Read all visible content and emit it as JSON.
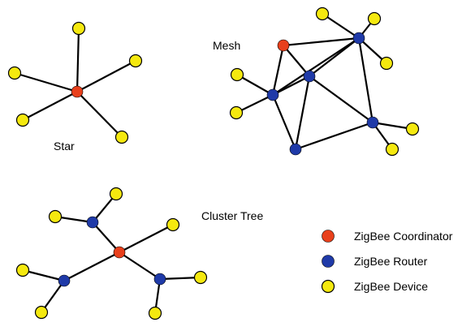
{
  "topologies": {
    "star": {
      "label": "Star"
    },
    "mesh": {
      "label": "Mesh"
    },
    "cluster_tree": {
      "label": "Cluster Tree"
    }
  },
  "legend": {
    "items": [
      {
        "label": "ZigBee Coordinator",
        "role": "coordinator"
      },
      {
        "label": "ZigBee Router",
        "role": "router"
      },
      {
        "label": "ZigBee Device",
        "role": "device"
      }
    ]
  },
  "colors": {
    "coordinator": "#e8401c",
    "router": "#1f3aa8",
    "device": "#f5e90f",
    "link": "#000000"
  }
}
